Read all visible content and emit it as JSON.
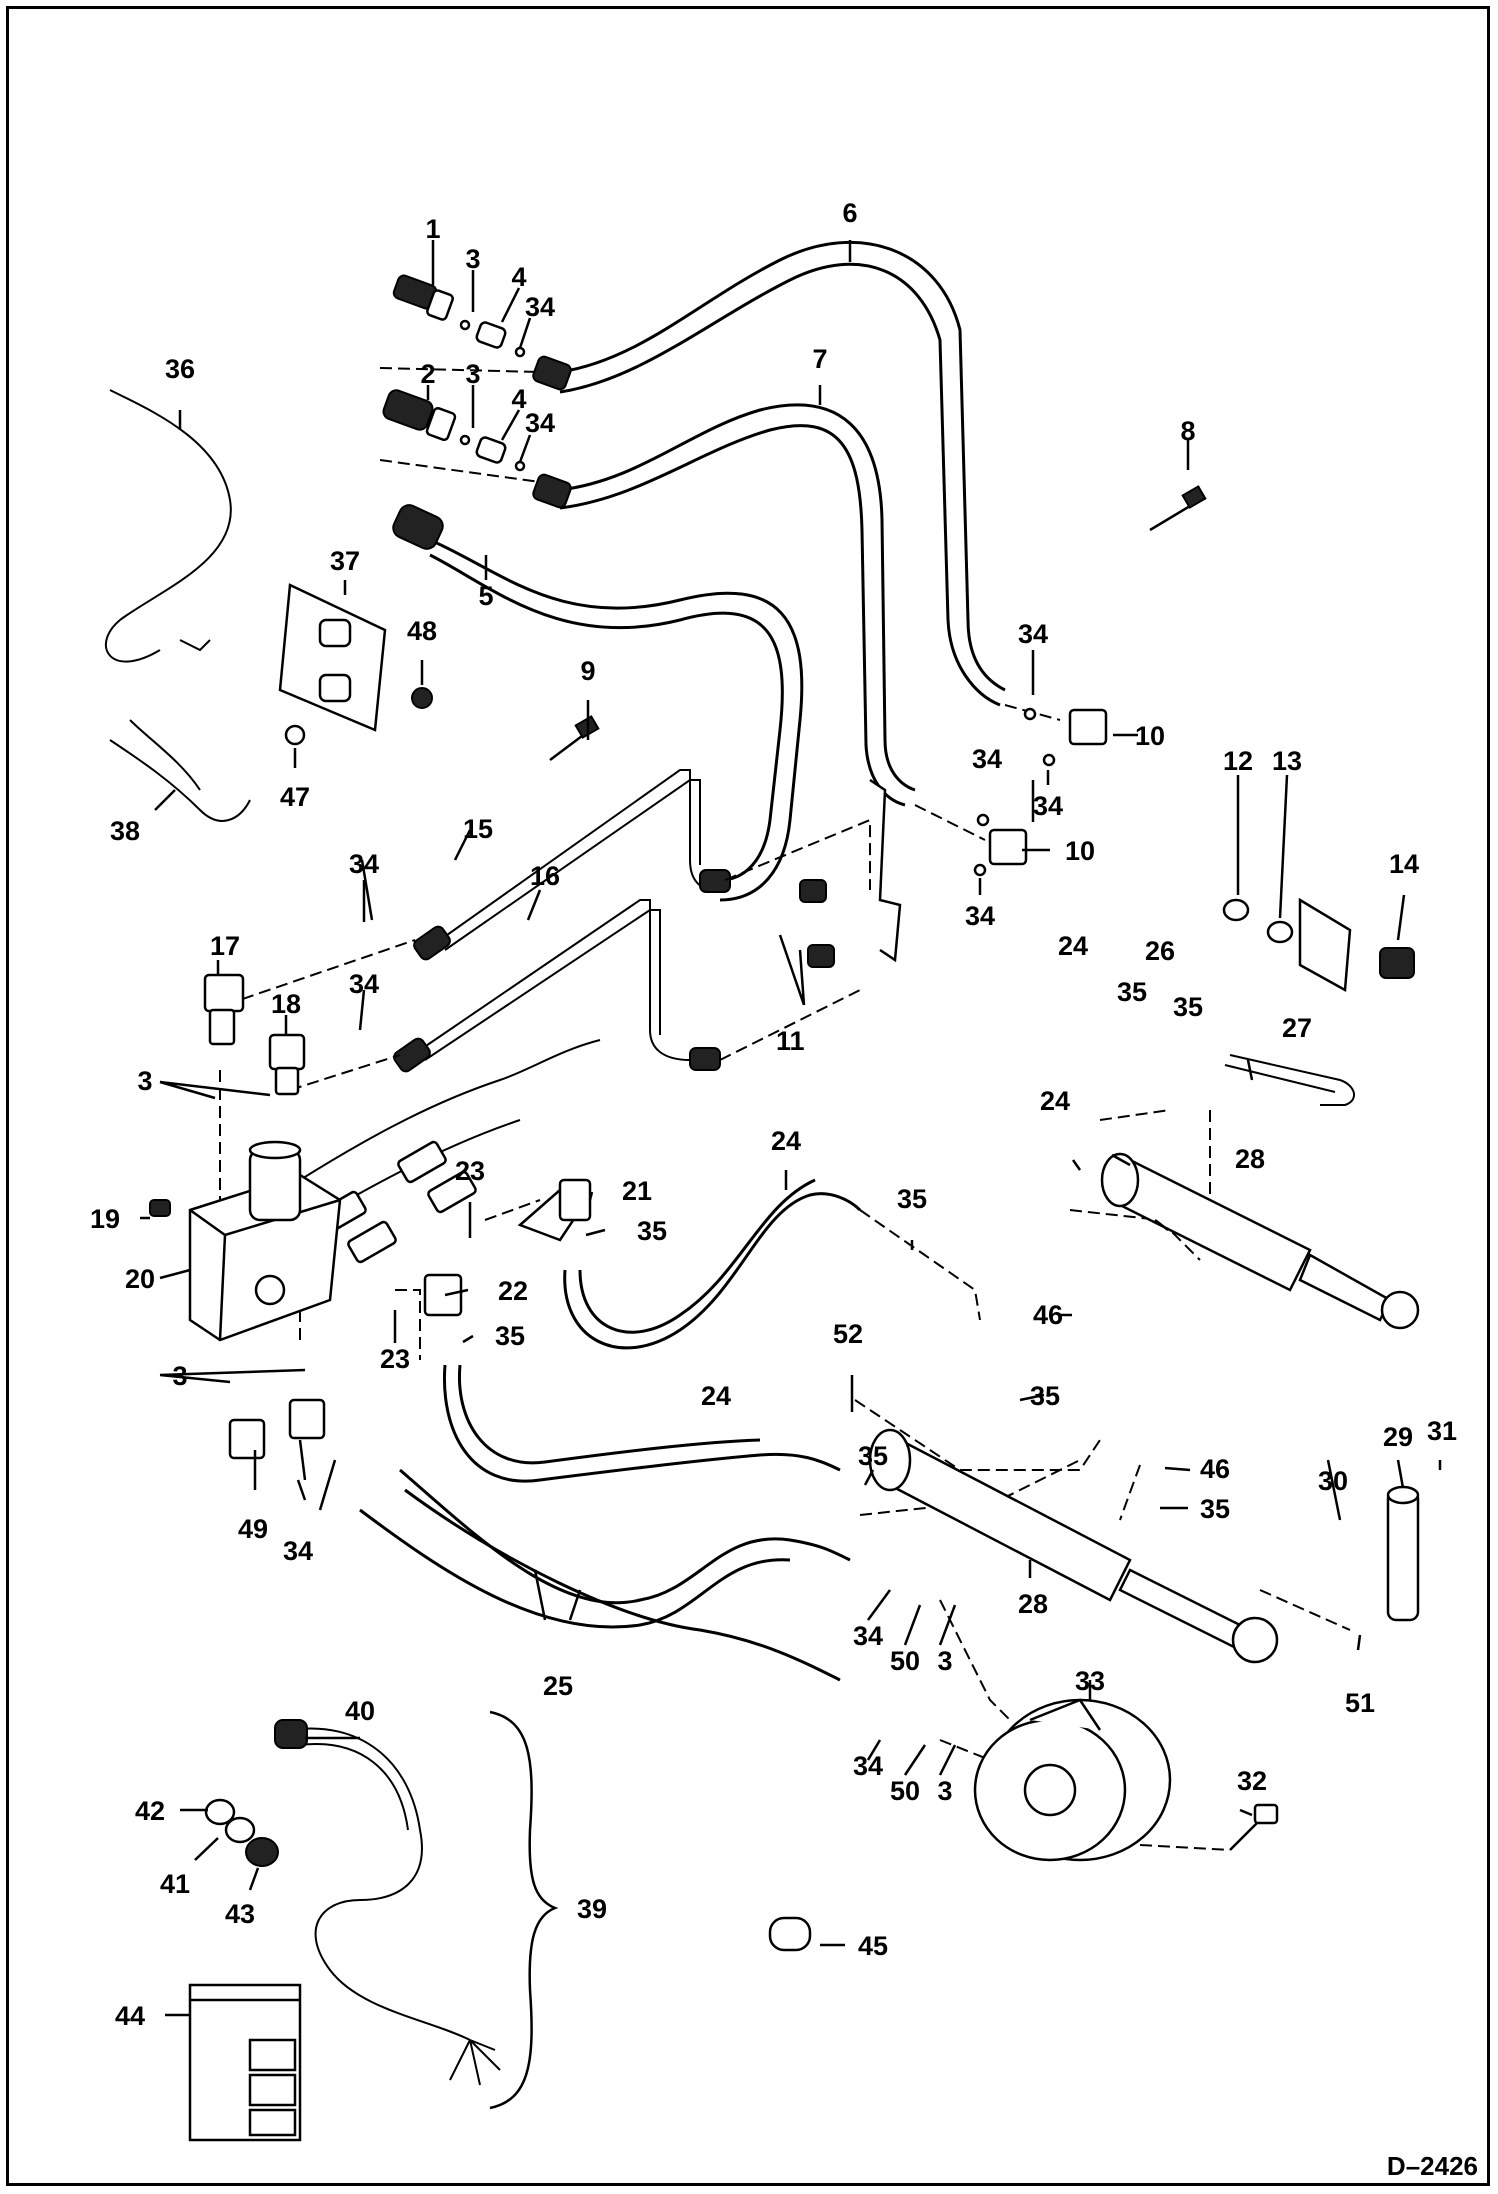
{
  "diagram": {
    "reference_code": "D–2426",
    "labels": [
      {
        "id": "1",
        "text": "1"
      },
      {
        "id": "2",
        "text": "2"
      },
      {
        "id": "3a",
        "text": "3"
      },
      {
        "id": "3b",
        "text": "3"
      },
      {
        "id": "4a",
        "text": "4"
      },
      {
        "id": "4b",
        "text": "4"
      },
      {
        "id": "34a",
        "text": "34"
      },
      {
        "id": "34b",
        "text": "34"
      },
      {
        "id": "5",
        "text": "5"
      },
      {
        "id": "6",
        "text": "6"
      },
      {
        "id": "7",
        "text": "7"
      },
      {
        "id": "8",
        "text": "8"
      },
      {
        "id": "9",
        "text": "9"
      },
      {
        "id": "10a",
        "text": "10"
      },
      {
        "id": "10b",
        "text": "10"
      },
      {
        "id": "11",
        "text": "11"
      },
      {
        "id": "12",
        "text": "12"
      },
      {
        "id": "13",
        "text": "13"
      },
      {
        "id": "14",
        "text": "14"
      },
      {
        "id": "15",
        "text": "15"
      },
      {
        "id": "16",
        "text": "16"
      },
      {
        "id": "17",
        "text": "17"
      },
      {
        "id": "18",
        "text": "18"
      },
      {
        "id": "19",
        "text": "19"
      },
      {
        "id": "20",
        "text": "20"
      },
      {
        "id": "21",
        "text": "21"
      },
      {
        "id": "22",
        "text": "22"
      },
      {
        "id": "23a",
        "text": "23"
      },
      {
        "id": "23b",
        "text": "23"
      },
      {
        "id": "24a",
        "text": "24"
      },
      {
        "id": "24b",
        "text": "24"
      },
      {
        "id": "24c",
        "text": "24"
      },
      {
        "id": "24d",
        "text": "24"
      },
      {
        "id": "25",
        "text": "25"
      },
      {
        "id": "26",
        "text": "26"
      },
      {
        "id": "27",
        "text": "27"
      },
      {
        "id": "28a",
        "text": "28"
      },
      {
        "id": "28b",
        "text": "28"
      },
      {
        "id": "29",
        "text": "29"
      },
      {
        "id": "30",
        "text": "30"
      },
      {
        "id": "31",
        "text": "31"
      },
      {
        "id": "32",
        "text": "32"
      },
      {
        "id": "33",
        "text": "33"
      },
      {
        "id": "34c",
        "text": "34"
      },
      {
        "id": "34d",
        "text": "34"
      },
      {
        "id": "34e",
        "text": "34"
      },
      {
        "id": "34f",
        "text": "34"
      },
      {
        "id": "34g",
        "text": "34"
      },
      {
        "id": "34h",
        "text": "34"
      },
      {
        "id": "34i",
        "text": "34"
      },
      {
        "id": "34j",
        "text": "34"
      },
      {
        "id": "34k",
        "text": "34"
      },
      {
        "id": "35a",
        "text": "35"
      },
      {
        "id": "35b",
        "text": "35"
      },
      {
        "id": "35c",
        "text": "35"
      },
      {
        "id": "35d",
        "text": "35"
      },
      {
        "id": "35e",
        "text": "35"
      },
      {
        "id": "35f",
        "text": "35"
      },
      {
        "id": "35g",
        "text": "35"
      },
      {
        "id": "35h",
        "text": "35"
      },
      {
        "id": "36",
        "text": "36"
      },
      {
        "id": "37",
        "text": "37"
      },
      {
        "id": "38",
        "text": "38"
      },
      {
        "id": "39",
        "text": "39"
      },
      {
        "id": "40",
        "text": "40"
      },
      {
        "id": "41",
        "text": "41"
      },
      {
        "id": "42",
        "text": "42"
      },
      {
        "id": "43",
        "text": "43"
      },
      {
        "id": "44",
        "text": "44"
      },
      {
        "id": "45",
        "text": "45"
      },
      {
        "id": "46a",
        "text": "46"
      },
      {
        "id": "46b",
        "text": "46"
      },
      {
        "id": "47",
        "text": "47"
      },
      {
        "id": "48",
        "text": "48"
      },
      {
        "id": "49",
        "text": "49"
      },
      {
        "id": "50a",
        "text": "50"
      },
      {
        "id": "50b",
        "text": "50"
      },
      {
        "id": "51",
        "text": "51"
      },
      {
        "id": "52",
        "text": "52"
      },
      {
        "id": "3c",
        "text": "3"
      },
      {
        "id": "3d",
        "text": "3"
      },
      {
        "id": "3e",
        "text": "3"
      },
      {
        "id": "3f",
        "text": "3"
      }
    ]
  }
}
